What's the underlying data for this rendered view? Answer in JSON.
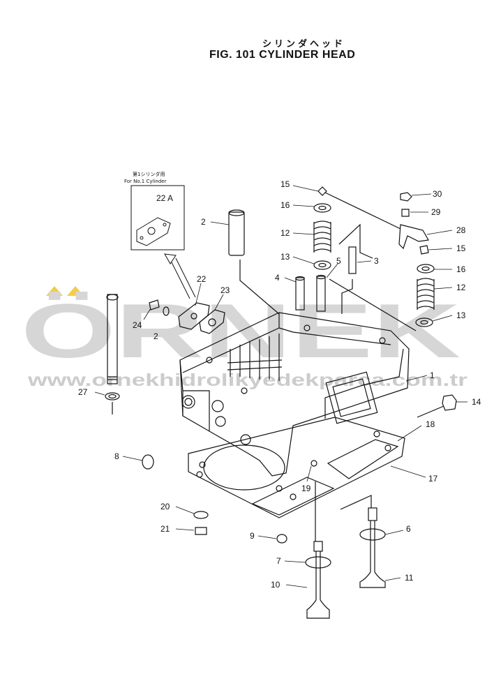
{
  "header": {
    "title_jp": "シリンダヘッド",
    "title_en": "FIG. 101  CYLINDER HEAD"
  },
  "inset": {
    "note_jp": "第1シリンダ用",
    "note_en": "For No.1 Cylinder",
    "part_label": "22 A"
  },
  "callouts": [
    {
      "id": "c15a",
      "label": "15"
    },
    {
      "id": "c16a",
      "label": "16"
    },
    {
      "id": "c2",
      "label": "2"
    },
    {
      "id": "c12a",
      "label": "12"
    },
    {
      "id": "c13a",
      "label": "13"
    },
    {
      "id": "c5",
      "label": "5"
    },
    {
      "id": "c3",
      "label": "3"
    },
    {
      "id": "c4",
      "label": "4"
    },
    {
      "id": "c22",
      "label": "22"
    },
    {
      "id": "c23",
      "label": "23"
    },
    {
      "id": "c24",
      "label": "24"
    },
    {
      "id": "c2b",
      "label": "2"
    },
    {
      "id": "c30",
      "label": "30"
    },
    {
      "id": "c29",
      "label": "29"
    },
    {
      "id": "c28",
      "label": "28"
    },
    {
      "id": "c15b",
      "label": "15"
    },
    {
      "id": "c16b",
      "label": "16"
    },
    {
      "id": "c12b",
      "label": "12"
    },
    {
      "id": "c13b",
      "label": "13"
    },
    {
      "id": "c1",
      "label": "1"
    },
    {
      "id": "c27",
      "label": "27"
    },
    {
      "id": "c14",
      "label": "14"
    },
    {
      "id": "c18",
      "label": "18"
    },
    {
      "id": "c17",
      "label": "17"
    },
    {
      "id": "c8",
      "label": "8"
    },
    {
      "id": "c19",
      "label": "19"
    },
    {
      "id": "c20",
      "label": "20"
    },
    {
      "id": "c21",
      "label": "21"
    },
    {
      "id": "c9",
      "label": "9"
    },
    {
      "id": "c6",
      "label": "6"
    },
    {
      "id": "c7",
      "label": "7"
    },
    {
      "id": "c10",
      "label": "10"
    },
    {
      "id": "c11",
      "label": "11"
    }
  ],
  "watermark": {
    "brand": "ÖRNEK",
    "url": "www.ornekhidrolikyedekparca.com.tr",
    "accent_color": "#f2c230",
    "text_color": "#c8c8c8"
  }
}
